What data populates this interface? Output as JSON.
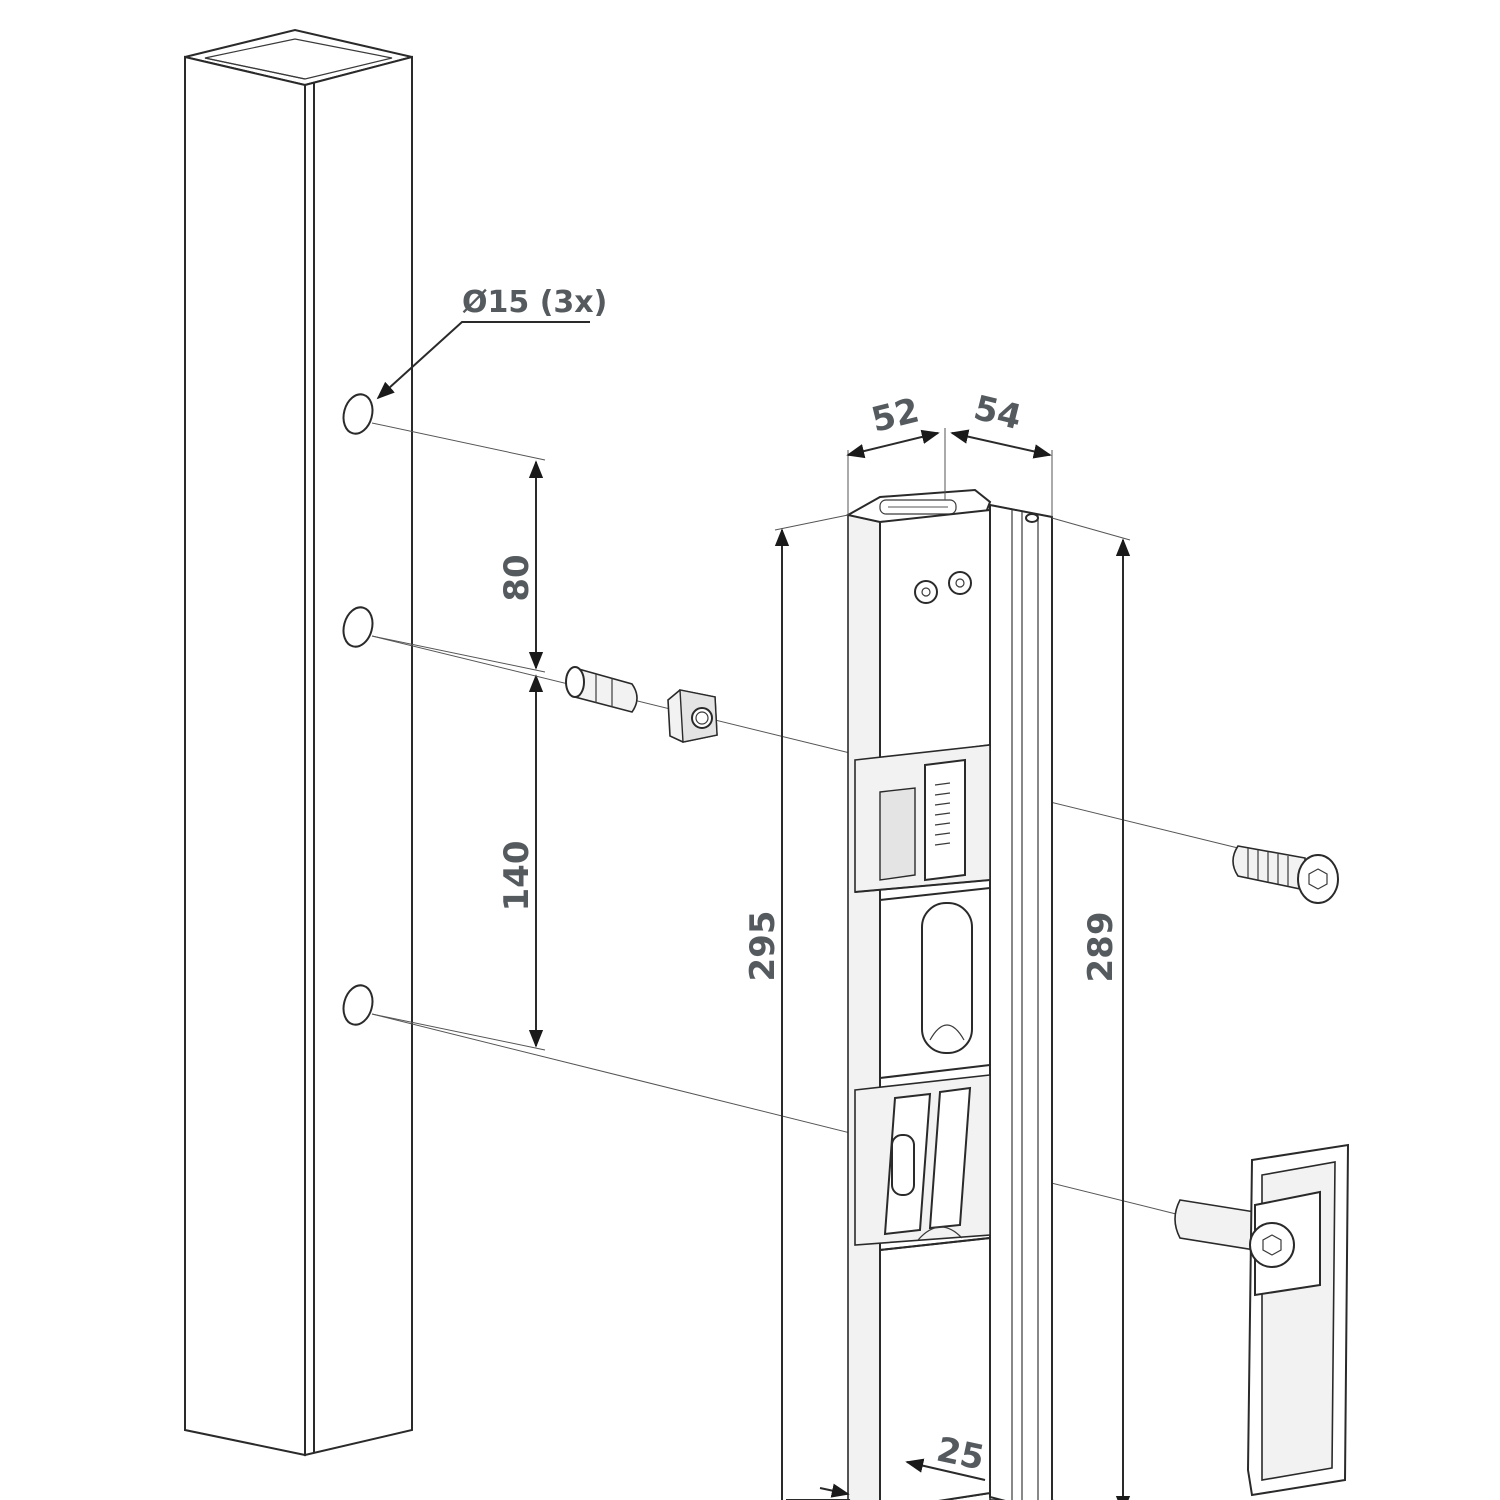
{
  "dimensions": {
    "hole_diameter": "Ø15 (3x)",
    "spacing_top": "80",
    "spacing_bottom": "140",
    "width_front": "52",
    "width_side": "54",
    "height_left": "295",
    "height_right": "289",
    "depth_bottom": "25"
  },
  "colors": {
    "line": "#2a2a2a",
    "dimension_text": "#555a5f",
    "body_fill": "#f2f2f2"
  }
}
